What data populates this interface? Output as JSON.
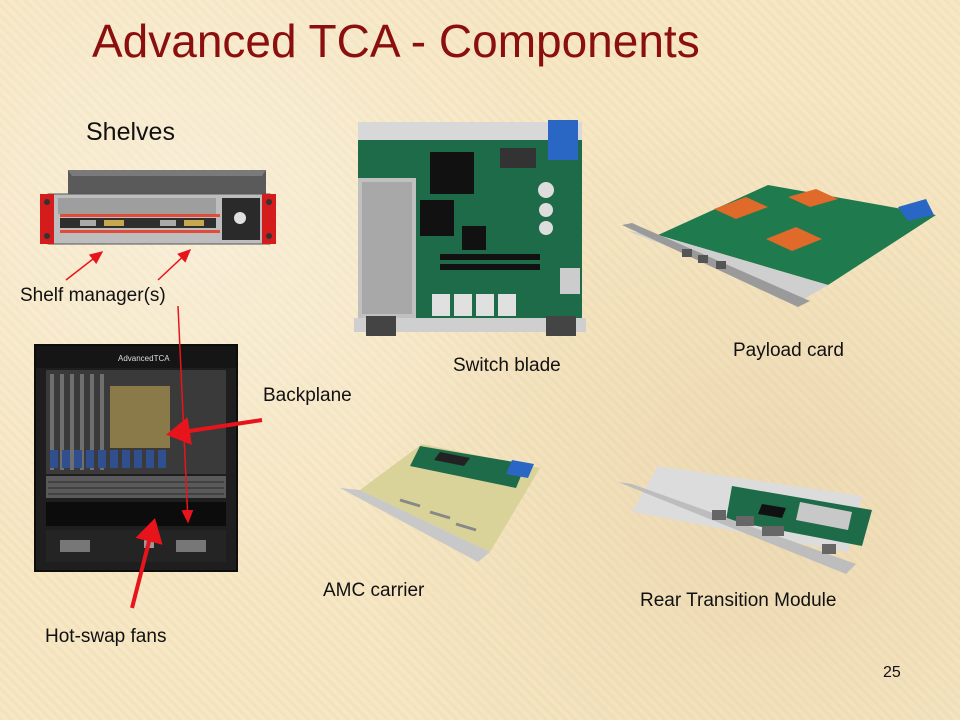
{
  "slide": {
    "title": "Advanced TCA - Components",
    "page_number": "25"
  },
  "labels": {
    "shelves": "Shelves",
    "shelf_manager": "Shelf manager(s)",
    "backplane": "Backplane",
    "hot_swap_fans": "Hot-swap fans",
    "switch_blade": "Switch blade",
    "payload_card": "Payload card",
    "amc_carrier": "AMC carrier",
    "rear_transition_module": "Rear Transition Module"
  },
  "colors": {
    "title": "#8b0f0f",
    "arrow": "#e8141c",
    "pcb_green": "#1e6b4a"
  }
}
